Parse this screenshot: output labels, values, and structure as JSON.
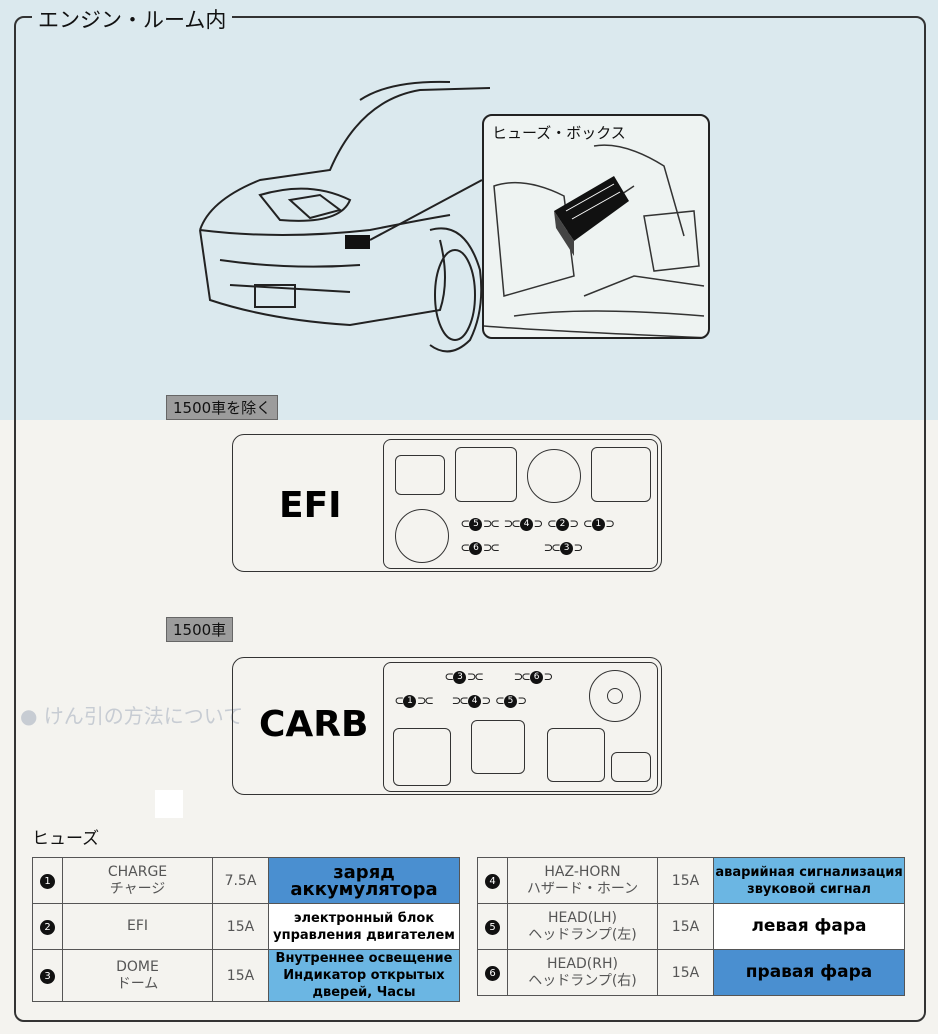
{
  "section_title": "エンジン・ルーム内",
  "inset_title": "ヒューズ・ボックス",
  "tags": {
    "efi_variant": "1500車を除く",
    "carb_variant": "1500車"
  },
  "boxes": {
    "efi_label": "EFI",
    "carb_label": "CARB"
  },
  "efi_fuses": {
    "row1": [
      "5",
      "4",
      "2",
      "1"
    ],
    "row2": [
      "6",
      "3"
    ]
  },
  "carb_fuses": {
    "row1": [
      "3",
      "6"
    ],
    "row2": [
      "1",
      "4",
      "5"
    ]
  },
  "fuse_heading": "ヒューズ",
  "fuses": [
    {
      "num": "1",
      "name_en": "CHARGE",
      "name_jp": "チャージ",
      "amp": "7.5A",
      "ru": "заряд аккумулятора",
      "ru_color": "#4a8fd0",
      "ru_size": "18px"
    },
    {
      "num": "2",
      "name_en": "EFI",
      "name_jp": "",
      "amp": "15A",
      "ru": "электронный блок управления двигателем",
      "ru_color": "#ffffff",
      "ru_size": "13px"
    },
    {
      "num": "3",
      "name_en": "DOME",
      "name_jp": "ドーム",
      "amp": "15A",
      "ru": "Внутреннее освещение Индикатор открытых дверей, Часы",
      "ru_color": "#6bb6e3",
      "ru_size": "13px"
    },
    {
      "num": "4",
      "name_en": "HAZ-HORN",
      "name_jp": "ハザード・ホーン",
      "amp": "15A",
      "ru": "аварийная сигнализация звуковой сигнал",
      "ru_color": "#6bb6e3",
      "ru_size": "13px"
    },
    {
      "num": "5",
      "name_en": "HEAD(LH)",
      "name_jp": "ヘッドランプ(左)",
      "amp": "15A",
      "ru": "левая фара",
      "ru_color": "#ffffff",
      "ru_size": "17px"
    },
    {
      "num": "6",
      "name_en": "HEAD(RH)",
      "name_jp": "ヘッドランプ(右)",
      "amp": "15A",
      "ru": "правая фара",
      "ru_color": "#4a8fd0",
      "ru_size": "17px"
    }
  ]
}
